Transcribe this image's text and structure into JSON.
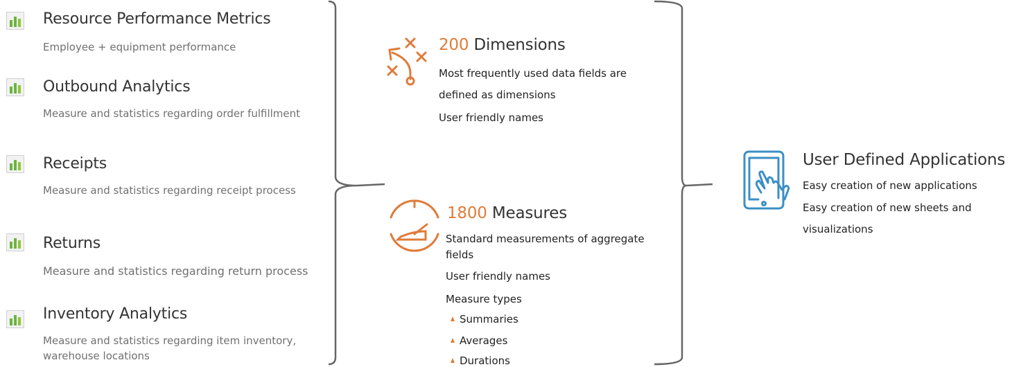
{
  "applications": [
    {
      "title": "Resource Performance Metrics",
      "description": [
        "Employee + equipment performance"
      ]
    },
    {
      "title": "Outbound Analytics",
      "description": [
        "Measure and statistics regarding order fulfillment"
      ]
    },
    {
      "title": "Receipts",
      "description": [
        "Measure and statistics regarding receipt  process"
      ]
    },
    {
      "title": "Returns",
      "description": [
        "Measure and statistics regarding return  process"
      ]
    },
    {
      "title": "Inventory Analytics",
      "description": [
        "Measure and statistics regarding item inventory,",
        "warehouse locations"
      ]
    }
  ],
  "dimensions": {
    "count": "200",
    "label": "Dimensions",
    "icon": "play-diagram-icon",
    "lines": [
      "Most frequently used data fields are",
      "defined as dimensions",
      "User friendly names"
    ]
  },
  "measures": {
    "count": "1800",
    "label": "Measures",
    "icon": "gauge-icon",
    "lines": [
      "Standard measurements of aggregate",
      "fields",
      "User friendly names",
      "Measure types"
    ],
    "bullets": [
      "Summaries",
      "Averages",
      "Durations"
    ]
  },
  "user_apps": {
    "title": "User Defined Applications",
    "icon": "tablet-touch-icon",
    "lines": [
      "Easy creation of new applications",
      "Easy creation of new sheets and",
      "visualizations"
    ]
  },
  "colors": {
    "accent": "#e07b39",
    "brace": "#666666",
    "tablet_icon": "#3b8fc4",
    "app_icon_bar": "#6db33f"
  }
}
